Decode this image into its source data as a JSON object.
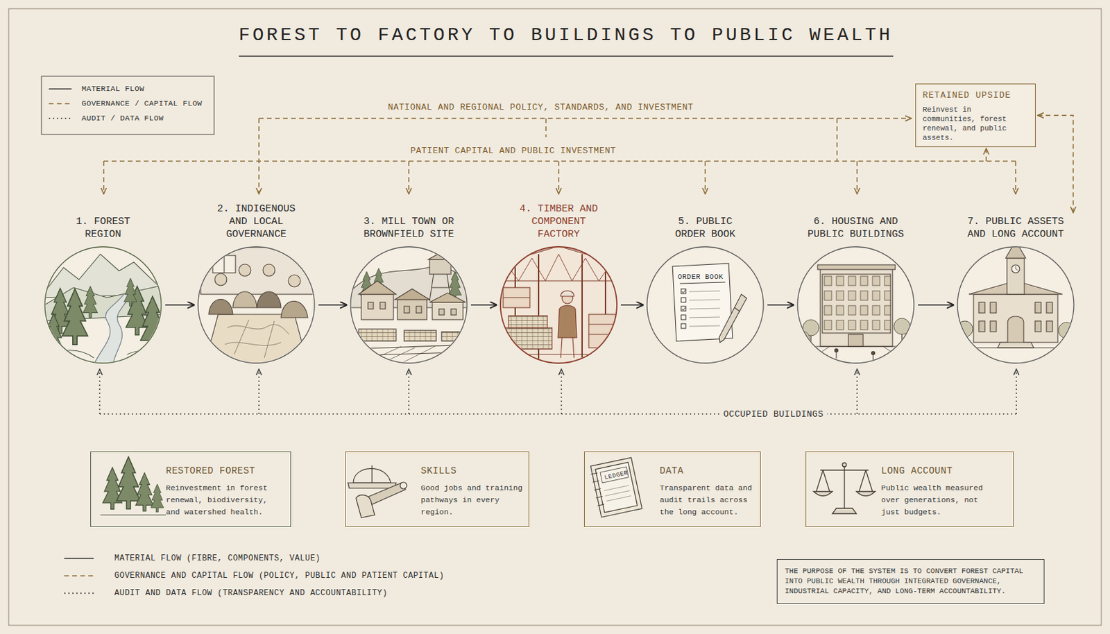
{
  "diagram": {
    "title": "FOREST TO FACTORY TO BUILDINGS TO PUBLIC WEALTH",
    "nodes": [
      {
        "text": [
          "RETAINED UPSIDE",
          "Reinvest in communities, forest renewal, and public assets."
        ]
      },
      {
        "text": [
          "1. FOREST REGION"
        ]
      },
      {
        "text": [
          "2. INDIGENOUS AND LOCAL GOVERNANCE"
        ]
      },
      {
        "text": [
          "3. MILL TOWN OR BROWNFIELD SITE"
        ]
      },
      {
        "text": [
          "4. TIMBER AND COMPONENT FACTORY"
        ]
      },
      {
        "text": [
          "5. PUBLIC ORDER BOOK"
        ]
      },
      {
        "text": [
          "6. HOUSING AND PUBLIC BUILDINGS"
        ]
      },
      {
        "text": [
          "7. PUBLIC ASSETS AND LONG ACCOUNT"
        ]
      },
      {
        "text": [
          "RESTORED FOREST",
          "Reinvestment in forest renewal, biodiversity, and watershed health."
        ]
      },
      {
        "text": [
          "SKILLS",
          "Good jobs and training pathways in every region."
        ]
      },
      {
        "text": [
          "DATA",
          "Transparent data and audit trails across the long account."
        ]
      },
      {
        "text": [
          "LONG ACCOUNT",
          "Public wealth measured over generations, not just budgets."
        ]
      },
      {
        "text": [
          "THE PURPOSE OF THE SYSTEM IS TO CONVERT FOREST CAPITAL INTO PUBLIC WEALTH THROUGH INTEGRATED GOVERNANCE, INDUSTRIAL CAPACITY, AND LONG-TERM ACCOUNTABILITY."
        ]
      }
    ],
    "edges": [
      {
        "from": 1,
        "to": 2,
        "arrow": "to"
      },
      {
        "from": 2,
        "to": 3,
        "arrow": "to"
      },
      {
        "from": 3,
        "to": 4,
        "arrow": "to"
      },
      {
        "from": 4,
        "to": 5,
        "arrow": "to"
      },
      {
        "from": 5,
        "to": 6,
        "arrow": "to"
      },
      {
        "from": 6,
        "to": 7,
        "arrow": "to"
      },
      {
        "from": 0,
        "to": 7,
        "arrow": "both"
      }
    ],
    "labels": [
      "NATIONAL AND REGIONAL POLICY, STANDARDS, AND INVESTMENT",
      "PATIENT CAPITAL AND PUBLIC INVESTMENT",
      "ORDER BOOK",
      "OCCUPIED BUILDINGS",
      "LEDGER"
    ],
    "legend": [
      {
        "text": "MATERIAL FLOW"
      },
      {
        "text": "GOVERNANCE / CAPITAL FLOW"
      },
      {
        "text": "AUDIT / DATA FLOW"
      },
      {
        "text": "MATERIAL FLOW (FIBRE, COMPONENTS, VALUE)"
      },
      {
        "text": "GOVERNANCE AND CAPITAL FLOW (POLICY, PUBLIC AND PATIENT CAPITAL)"
      },
      {
        "text": "AUDIT AND DATA FLOW (TRANSPARENCY AND ACCOUNTABILITY)"
      }
    ]
  }
}
